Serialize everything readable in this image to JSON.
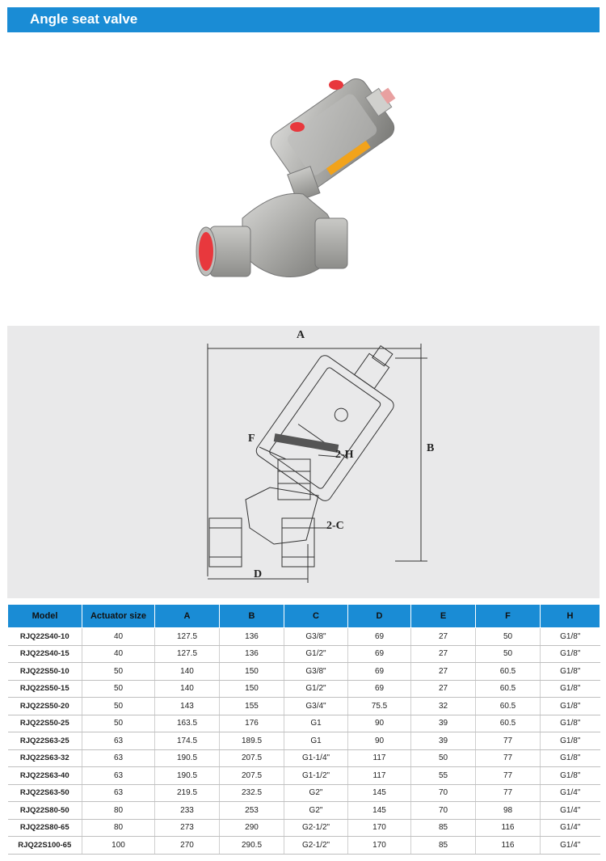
{
  "header": {
    "title": "Angle seat valve"
  },
  "drawing": {
    "labels": {
      "A": "A",
      "B": "B",
      "F": "F",
      "H": "2-H",
      "C": "2-C",
      "D": "D"
    }
  },
  "table": {
    "columns": [
      "Model",
      "Actuator size",
      "A",
      "B",
      "C",
      "D",
      "E",
      "F",
      "H"
    ],
    "rows": [
      [
        "RJQ22S40-10",
        "40",
        "127.5",
        "136",
        "G3/8\"",
        "69",
        "27",
        "50",
        "G1/8\""
      ],
      [
        "RJQ22S40-15",
        "40",
        "127.5",
        "136",
        "G1/2\"",
        "69",
        "27",
        "50",
        "G1/8\""
      ],
      [
        "RJQ22S50-10",
        "50",
        "140",
        "150",
        "G3/8\"",
        "69",
        "27",
        "60.5",
        "G1/8\""
      ],
      [
        "RJQ22S50-15",
        "50",
        "140",
        "150",
        "G1/2\"",
        "69",
        "27",
        "60.5",
        "G1/8\""
      ],
      [
        "RJQ22S50-20",
        "50",
        "143",
        "155",
        "G3/4\"",
        "75.5",
        "32",
        "60.5",
        "G1/8\""
      ],
      [
        "RJQ22S50-25",
        "50",
        "163.5",
        "176",
        "G1",
        "90",
        "39",
        "60.5",
        "G1/8\""
      ],
      [
        "RJQ22S63-25",
        "63",
        "174.5",
        "189.5",
        "G1",
        "90",
        "39",
        "77",
        "G1/8\""
      ],
      [
        "RJQ22S63-32",
        "63",
        "190.5",
        "207.5",
        "G1-1/4\"",
        "117",
        "50",
        "77",
        "G1/8\""
      ],
      [
        "RJQ22S63-40",
        "63",
        "190.5",
        "207.5",
        "G1-1/2\"",
        "117",
        "55",
        "77",
        "G1/8\""
      ],
      [
        "RJQ22S63-50",
        "63",
        "219.5",
        "232.5",
        "G2\"",
        "145",
        "70",
        "77",
        "G1/4\""
      ],
      [
        "RJQ22S80-50",
        "80",
        "233",
        "253",
        "G2\"",
        "145",
        "70",
        "98",
        "G1/4\""
      ],
      [
        "RJQ22S80-65",
        "80",
        "273",
        "290",
        "G2-1/2\"",
        "170",
        "85",
        "116",
        "G1/4\""
      ],
      [
        "RJQ22S100-65",
        "100",
        "270",
        "290.5",
        "G2-1/2\"",
        "170",
        "85",
        "116",
        "G1/4\""
      ]
    ]
  },
  "colors": {
    "accent": "#1a8cd5",
    "panel": "#e9e9ea",
    "port_red": "#e8383d"
  }
}
